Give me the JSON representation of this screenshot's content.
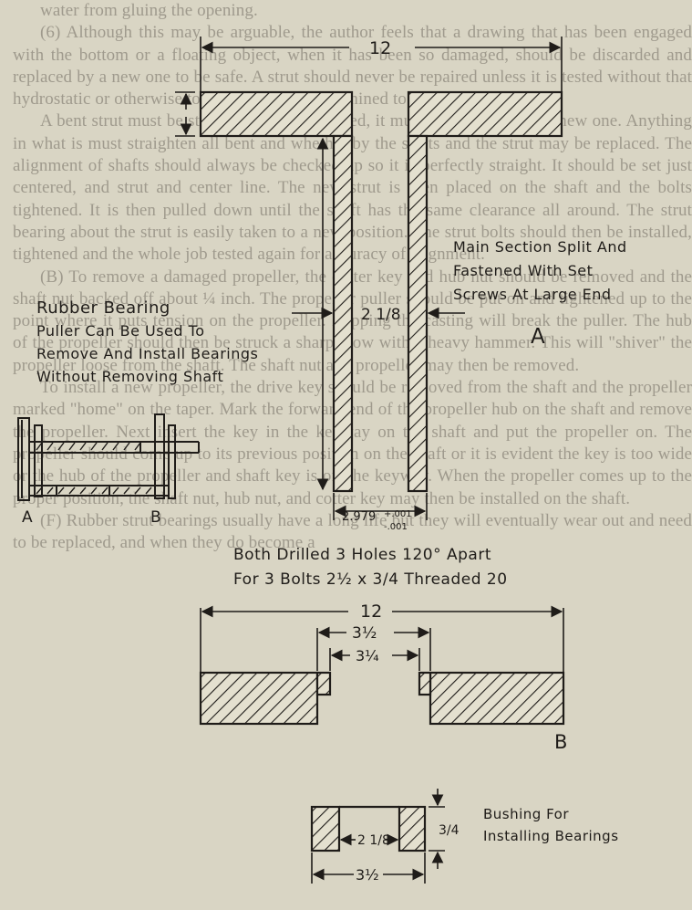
{
  "background_text": [
    "water from gluing the opening.",
    "(6) Although this may be arguable, the author feels that a drawing that has been engaged with the bottom or a floating object, when it has been so damaged, should be discarded and replaced by a new one to be safe. A strut should never be repaired unless it is tested without that hydrostatic or otherwise to prove that and determined to be true.",
    "A bent strut must be straightened and checked, it must be retested with a new one. Anything in what is must straighten all bent and whether by the struts and the strut may be replaced. The alignment of shafts should always be checked up so it is perfectly straight. It should be set just centered, and strut and center line. The new strut is then placed on the shaft and the bolts tightened. It is then pulled down until the shaft has the same clearance all around. The strut bearing about the strut is easily taken to a new position. The strut bolts should then be installed, tightened and the whole job tested again for accuracy of alignment.",
    "(B) To remove a damaged propeller, the cotter key and hub nut should be removed and the shaft nut backed off about ¼ inch. The propeller puller should be put on and tightened up to the point where it puts tension on the propeller. Rapping the casting will break the puller. The hub of the propeller should then be struck a sharp blow with a heavy hammer. This will \"shiver\" the propeller loose from the shaft. The shaft nut and propeller may then be removed.",
    "To install a new propeller, the drive key should be removed from the shaft and the propeller marked \"home\" on the taper. Mark the forward end of the propeller hub on the shaft and remove the propeller. Next insert the key in the keyway on the shaft and put the propeller on. The propeller should come up to its previous position on the shaft or it is evident the key is too wide or the hub of the propeller and shaft key is off the keyway. When the propeller comes up to the proper position, the shaft nut, hub nut, and cotter key may then be installed on the shaft.",
    "(F) Rubber strut bearings usually have a long life but they will eventually wear out and need to be replaced, and when they do become a"
  ],
  "drawing_a": {
    "dim_top": "12",
    "dim_web": "2 1/8",
    "dim_bottom": "2.979",
    "tol_plus": "+.001",
    "tol_minus": "-.001",
    "label": "A",
    "note_lines": [
      "Main Section Split And",
      "Fastened With Set",
      "Screws At Large End"
    ]
  },
  "puller": {
    "title_lines": [
      "Rubber Bearing",
      "Puller Can Be Used To",
      "Remove And Install Bearings",
      "Without Removing Shaft"
    ],
    "label_a": "A",
    "label_b": "B"
  },
  "drill_note": {
    "line1": "Both  Drilled   3  Holes  120° Apart",
    "line2": "For  3  Bolts  2½  x 3/4    Threaded  20"
  },
  "drawing_b": {
    "dim_outer": "12",
    "dim_mid": "3½",
    "dim_inner": "3¼",
    "label": "B"
  },
  "bushing": {
    "dim_height": "3/4",
    "dim_inner": "2 1/8",
    "dim_outer": "3½",
    "caption_lines": [
      "Bushing For",
      "Installing Bearings"
    ]
  }
}
